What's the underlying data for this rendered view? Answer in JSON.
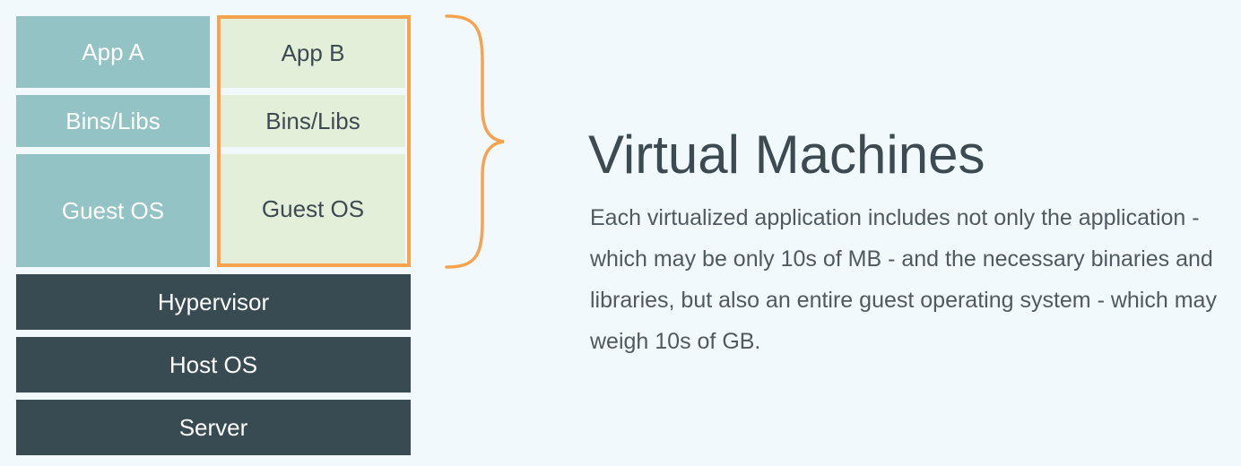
{
  "diagram": {
    "vm_a": {
      "app": "App A",
      "bins": "Bins/Libs",
      "guest_os": "Guest OS"
    },
    "vm_b": {
      "app": "App B",
      "bins": "Bins/Libs",
      "guest_os": "Guest OS"
    },
    "infrastructure": {
      "hypervisor": "Hypervisor",
      "host_os": "Host OS",
      "server": "Server"
    },
    "highlight_color": "#f7a24f",
    "colors": {
      "vm_a": "#93c3c4",
      "vm_b": "#e3efd9",
      "infrastructure": "#384b52",
      "background": "#f1f9fc"
    }
  },
  "panel": {
    "title": "Virtual Machines",
    "description": "Each virtualized application includes not only the application - which may be only 10s of MB - and the necessary binaries and libraries, but also an entire guest operating system - which may weigh 10s of GB."
  }
}
